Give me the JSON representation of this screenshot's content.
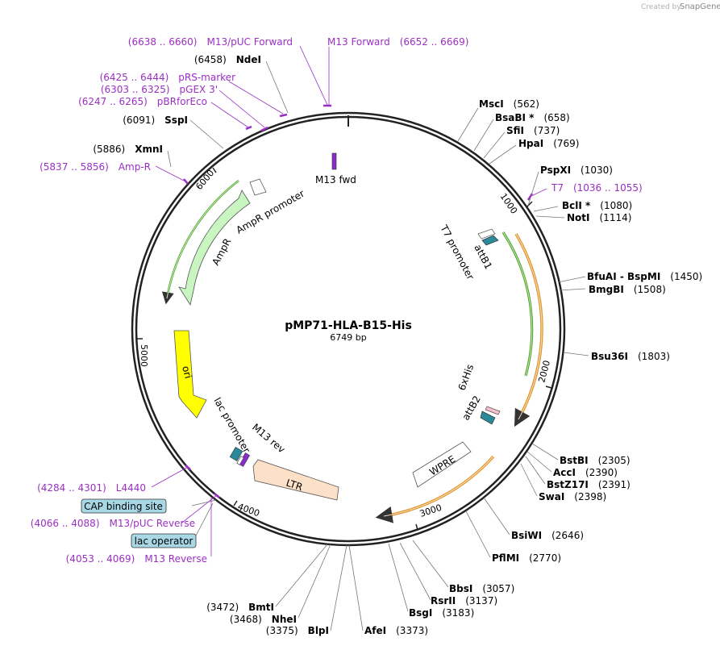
{
  "credit": {
    "created_by": "Created by",
    "brand": "SnapGene"
  },
  "plasmid": {
    "name": "pMP71-HLA-B15-His",
    "size": "6749 bp"
  },
  "ticks": [
    "1000",
    "2000",
    "3000",
    "4000",
    "5000",
    "6000"
  ],
  "enzymes": [
    {
      "name": "MscI",
      "pos": "(562)"
    },
    {
      "name": "BsaBI *",
      "pos": "(658)"
    },
    {
      "name": "SfiI",
      "pos": "(737)"
    },
    {
      "name": "HpaI",
      "pos": "(769)"
    },
    {
      "name": "PspXI",
      "pos": "(1030)"
    },
    {
      "name": "BclI *",
      "pos": "(1080)"
    },
    {
      "name": "NotI",
      "pos": "(1114)"
    },
    {
      "name": "BfuAI - BspMI",
      "pos": "(1450)"
    },
    {
      "name": "BmgBI",
      "pos": "(1508)"
    },
    {
      "name": "Bsu36I",
      "pos": "(1803)"
    },
    {
      "name": "BstBI",
      "pos": "(2305)"
    },
    {
      "name": "AccI",
      "pos": "(2390)"
    },
    {
      "name": "BstZ17I",
      "pos": "(2391)"
    },
    {
      "name": "SwaI",
      "pos": "(2398)"
    },
    {
      "name": "BsiWI",
      "pos": "(2646)"
    },
    {
      "name": "PflMI",
      "pos": "(2770)"
    },
    {
      "name": "BbsI",
      "pos": "(3057)"
    },
    {
      "name": "RsrII",
      "pos": "(3137)"
    },
    {
      "name": "BsgI",
      "pos": "(3183)"
    },
    {
      "name": "AfeI",
      "pos": "(3373)"
    },
    {
      "name": "BlpI",
      "pos": "(3375)"
    },
    {
      "name": "NheI",
      "pos": "(3468)"
    },
    {
      "name": "BmtI",
      "pos": "(3472)"
    },
    {
      "name": "XmnI",
      "pos": "(5886)"
    },
    {
      "name": "SspI",
      "pos": "(6091)"
    },
    {
      "name": "NdeI",
      "pos": "(6458)"
    }
  ],
  "primers": [
    {
      "name": "M13/pUC Forward",
      "range": "(6638 .. 6660)"
    },
    {
      "name": "M13 Forward",
      "range": "(6652 .. 6669)"
    },
    {
      "name": "pRS-marker",
      "range": "(6425 .. 6444)"
    },
    {
      "name": "pGEX 3'",
      "range": "(6303 .. 6325)"
    },
    {
      "name": "pBRforEco",
      "range": "(6247 .. 6265)"
    },
    {
      "name": "Amp-R",
      "range": "(5837 .. 5856)"
    },
    {
      "name": "T7",
      "range": "(1036 .. 1055)"
    },
    {
      "name": "L4440",
      "range": "(4284 .. 4301)"
    },
    {
      "name": "M13/pUC Reverse",
      "range": "(4066 .. 4088)"
    },
    {
      "name": "M13 Reverse",
      "range": "(4053 .. 4069)"
    }
  ],
  "boxed": {
    "cap": "CAP binding site",
    "lac_op": "lac operator"
  },
  "features": {
    "m13fwd": "M13 fwd",
    "ampr": "AmpR",
    "ampr_promoter": "AmpR promoter",
    "t7_promoter": "T7 promoter",
    "attb1": "attB1",
    "sixhis": "6xHis",
    "attb2": "attB2",
    "wpre": "WPRE",
    "ori": "ori",
    "lac_promoter": "lac promoter",
    "m13rev": "M13 rev",
    "ltr": "LTR"
  },
  "colors": {
    "primer": "#9b2fc4",
    "orf_green": "#4a9a1f",
    "orf_orange": "#e0962a",
    "ori": "#ffff00",
    "ltr": "#fde0c8",
    "ampr": "#c8f5c0",
    "teal": "#2a8a9a",
    "box_fill": "#a8d8e6"
  }
}
